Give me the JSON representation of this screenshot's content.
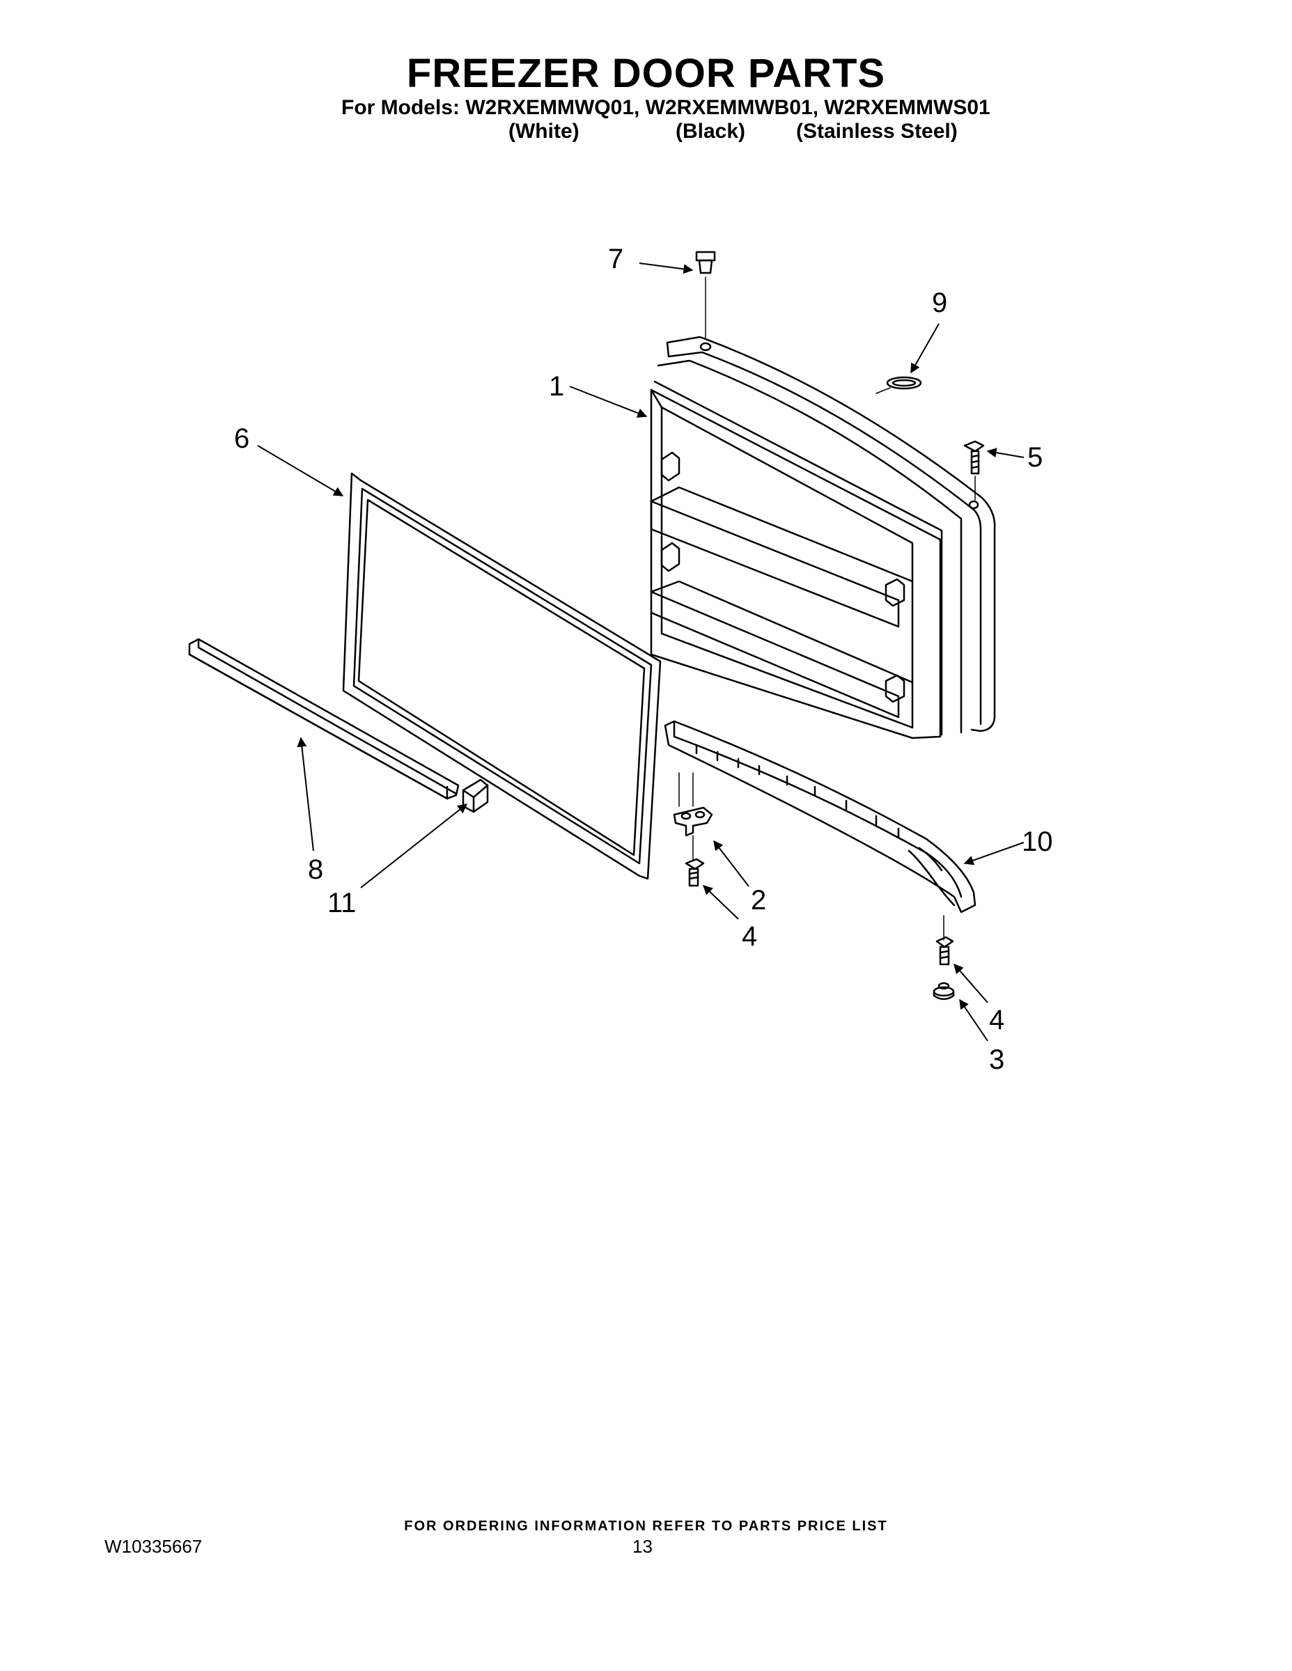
{
  "header": {
    "title": "FREEZER DOOR PARTS",
    "models_line": "For Models: W2RXEMMWQ01, W2RXEMMWB01, W2RXEMMWS01",
    "color_white": "(White)",
    "color_black": "(Black)",
    "color_stainless": "(Stainless Steel)"
  },
  "callouts": {
    "c1": "1",
    "c2": "2",
    "c3": "3",
    "c4a": "4",
    "c4b": "4",
    "c5": "5",
    "c6": "6",
    "c7": "7",
    "c8": "8",
    "c9": "9",
    "c10": "10",
    "c11": "11"
  },
  "footer": {
    "ordering_note": "FOR ORDERING INFORMATION REFER TO PARTS PRICE LIST",
    "document_number": "W10335667",
    "page_number": "13"
  }
}
